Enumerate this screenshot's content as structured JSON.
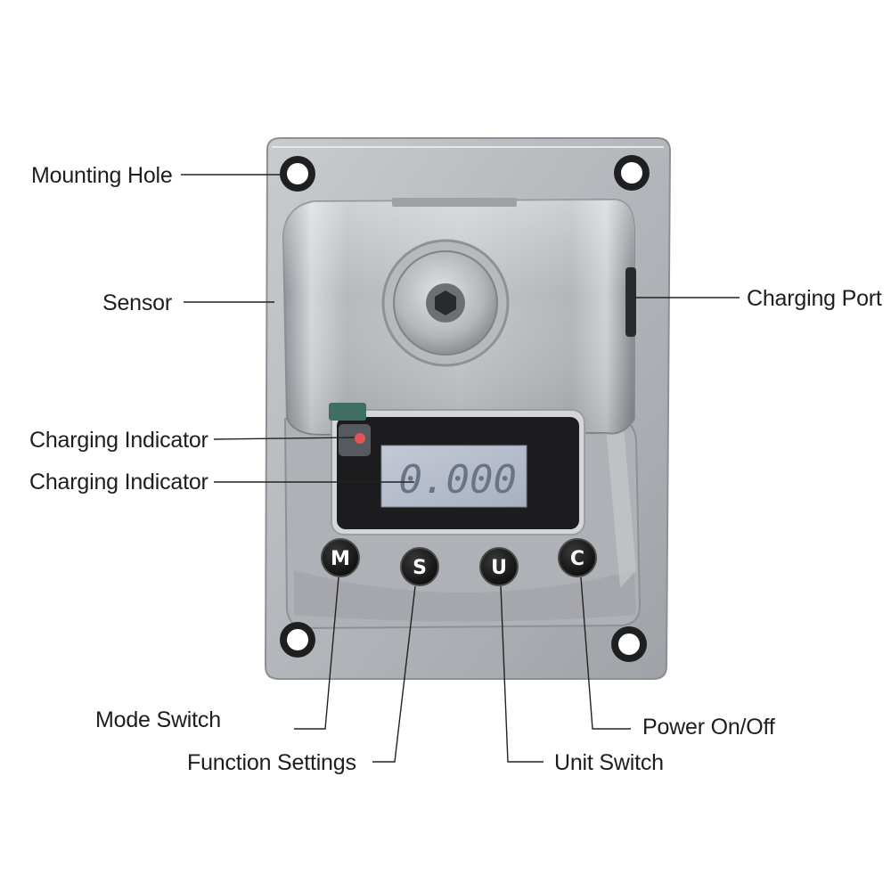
{
  "labels": {
    "mounting_hole": "Mounting Hole",
    "sensor": "Sensor",
    "charging_port": "Charging Port",
    "charging_indicator_1": "Charging Indicator",
    "charging_indicator_2": "Charging Indicator",
    "mode_switch": "Mode Switch",
    "function_settings": "Function Settings",
    "unit_switch": "Unit Switch",
    "power": "Power On/Off"
  },
  "device": {
    "display_value": "0.000",
    "buttons": [
      "M",
      "S",
      "U",
      "C"
    ]
  },
  "colors": {
    "body": "#b9bcc0",
    "display_bg": "#1c1c1e",
    "lcd_bg": "#b6bccb",
    "lcd_text": "#6b7387",
    "button": "#151515",
    "indicator_led": "#e25555",
    "label_text": "#1e1e1e",
    "leader_line": "#222222"
  }
}
